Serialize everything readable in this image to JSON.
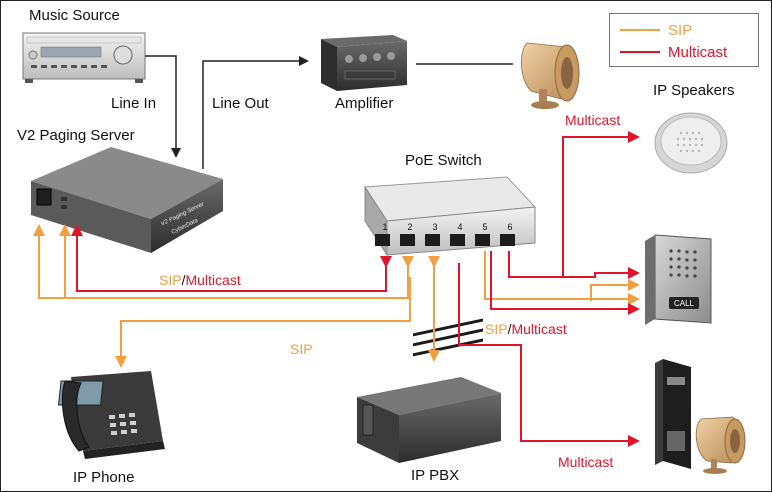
{
  "colors": {
    "sip": "#f0a040",
    "multicast": "#e0142a",
    "line": "#222222"
  },
  "legend": {
    "sip": "SIP",
    "multicast": "Multicast"
  },
  "labels": {
    "music_source": "Music Source",
    "line_in": "Line In",
    "line_out": "Line Out",
    "amplifier": "Amplifier",
    "paging_server": "V2 Paging Server",
    "poe_switch": "PoE Switch",
    "ip_speakers": "IP Speakers",
    "ip_phone": "IP Phone",
    "ip_pbx": "IP PBX"
  },
  "edge_labels": {
    "sip_multicast_left_sip": "SIP",
    "sip_multicast_left_slash": "/",
    "sip_multicast_left_mc": "Multicast",
    "sip_mid": "SIP",
    "sip_multicast_right_sip": "SIP",
    "sip_multicast_right_slash": "/",
    "sip_multicast_right_mc": "Multicast",
    "multicast_top": "Multicast",
    "multicast_bottom": "Multicast"
  },
  "devices": {
    "paging_server_plate": "V2 Paging Server",
    "paging_server_brand": "CyberData",
    "call_button": "CALL",
    "switch_ports": [
      "1",
      "2",
      "3",
      "4",
      "5",
      "6"
    ]
  }
}
